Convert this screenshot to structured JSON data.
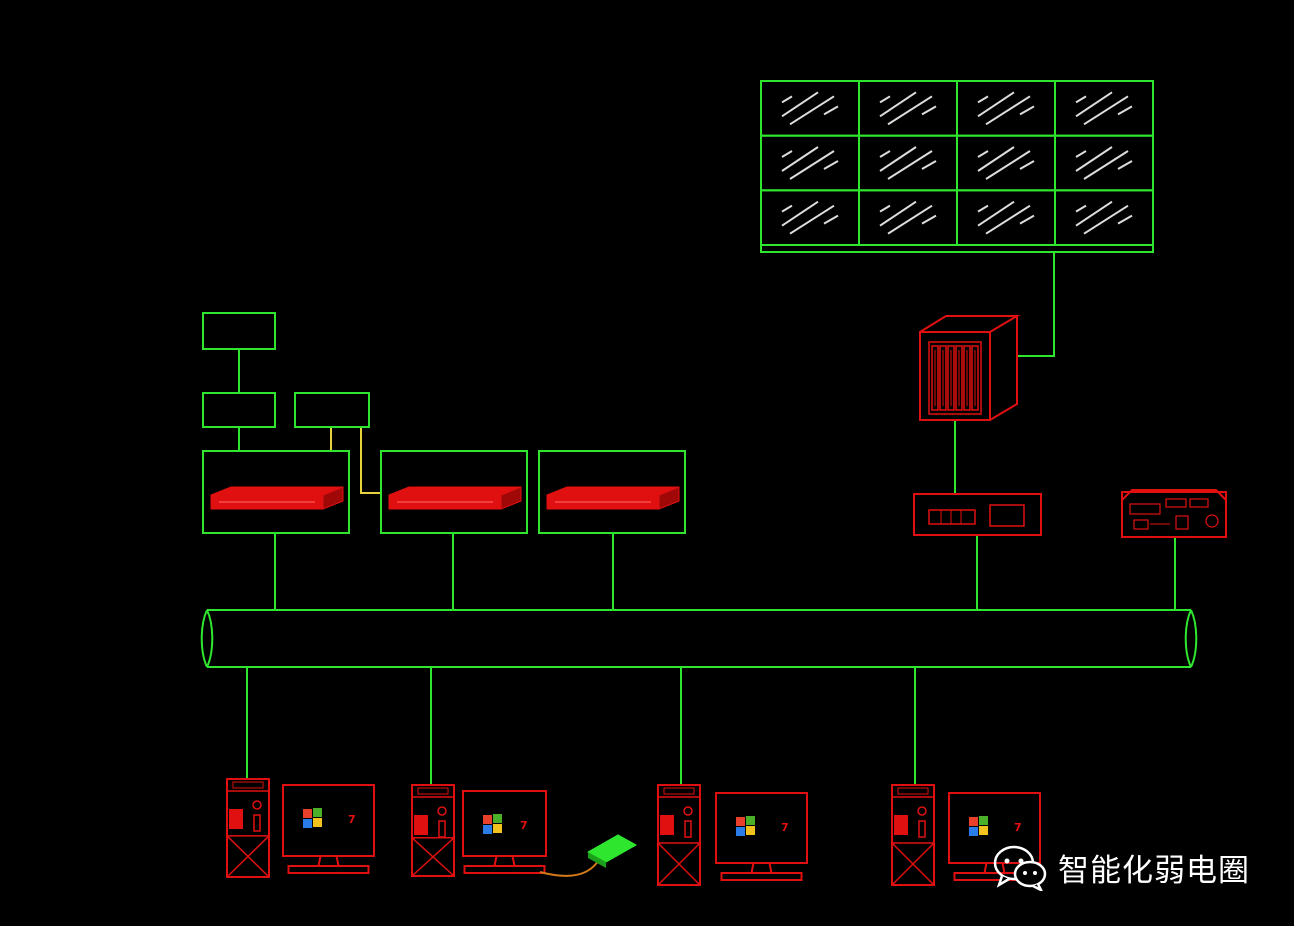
{
  "colors": {
    "background": "#000000",
    "wire": "#2fe62f",
    "device": "#e01010",
    "yellow_link": "#e6d23a",
    "orange_link": "#d47a1a",
    "watermark": "#ffffff"
  },
  "watermark": {
    "icon": "wechat-icon",
    "text": "智能化弱电圈"
  },
  "diagram": {
    "video_wall": {
      "rows": 3,
      "cols": 4
    },
    "icons": {
      "server_chassis": "server-chassis-icon",
      "decoder": "video-decoder-icon",
      "keyboard": "control-keyboard-icon",
      "rack_unit": "rack-unit-icon",
      "workstation": "workstation-icon",
      "usb_key": "usb-key-icon"
    },
    "monitor_badge": "7"
  }
}
